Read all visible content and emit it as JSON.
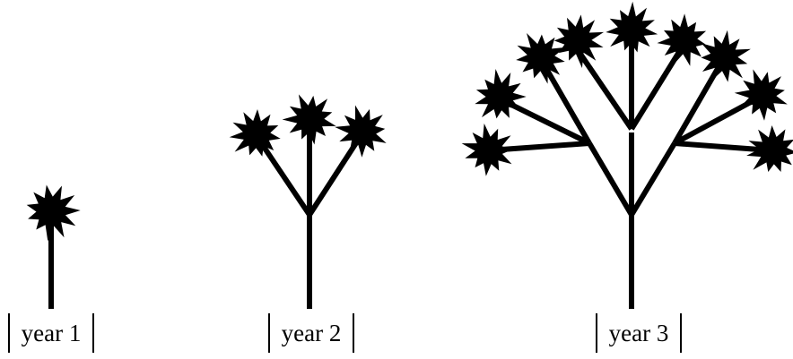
{
  "labels": {
    "year1": "year 1",
    "year2": "year 2",
    "year3": "year 3"
  },
  "colors": {
    "ink": "#000000",
    "background": "#ffffff"
  },
  "icons": {
    "flower": "star-burst-flower-icon"
  }
}
